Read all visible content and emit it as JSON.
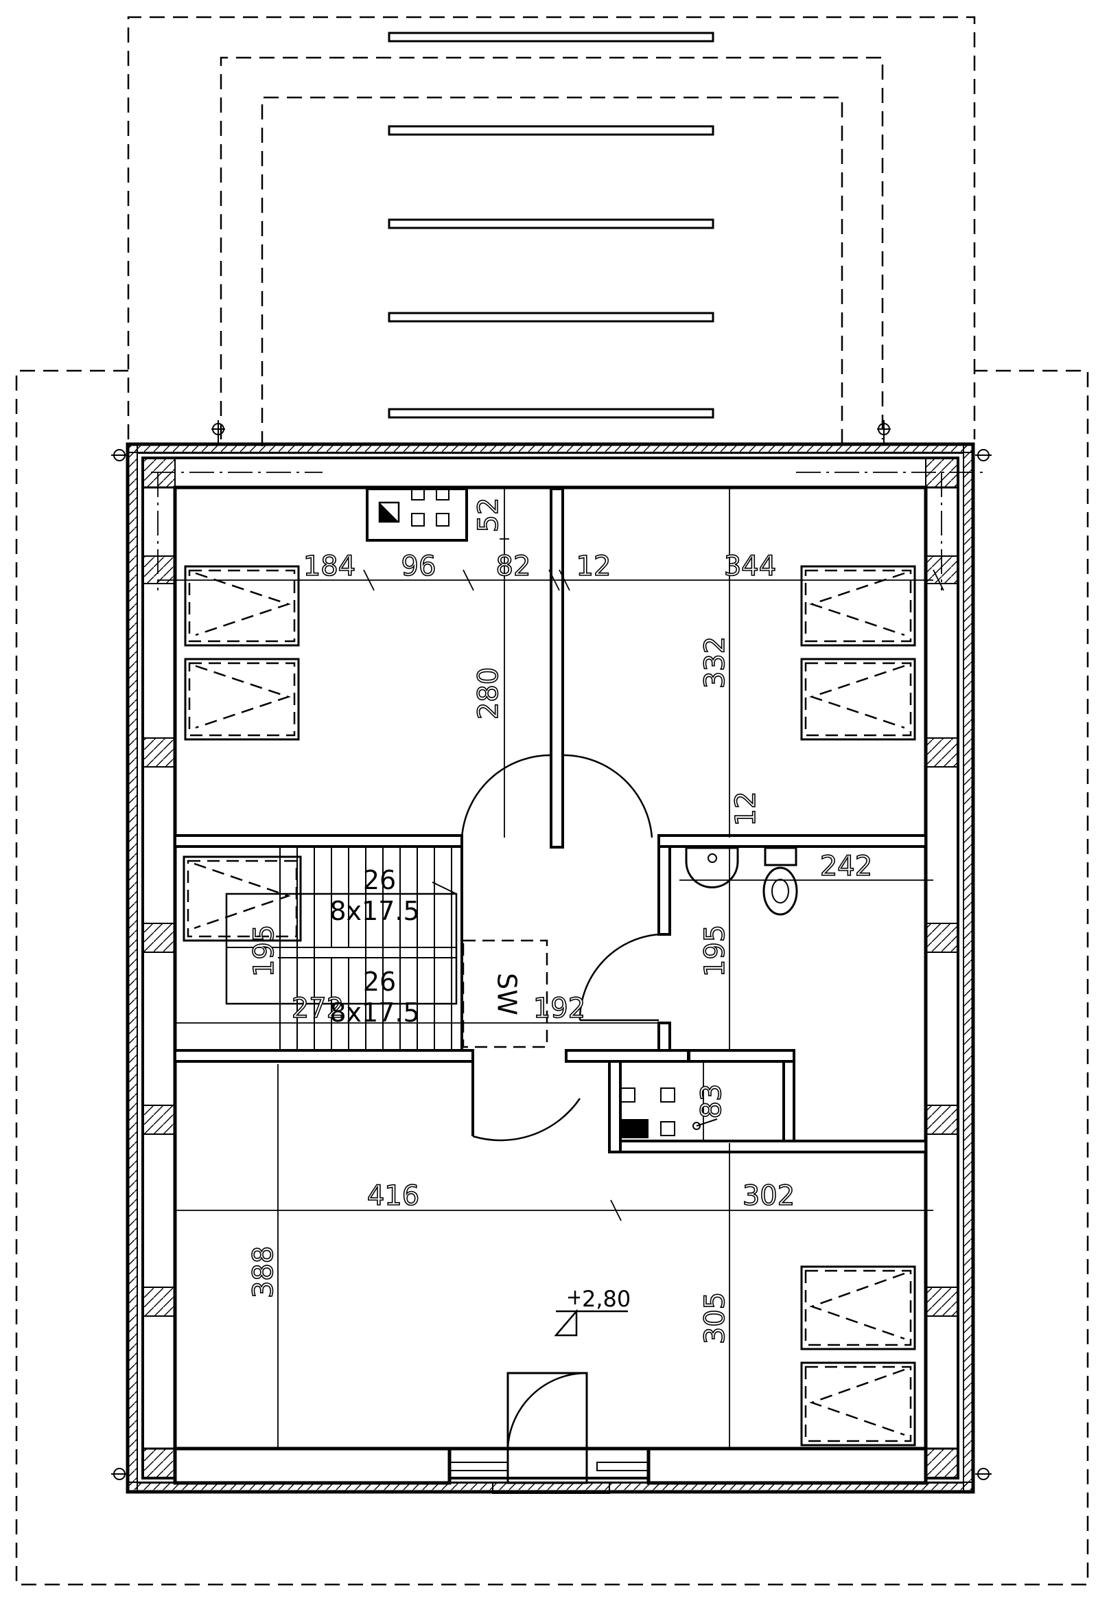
{
  "dimensions": {
    "kitchen_top_vertical": "52",
    "row1": [
      "184",
      "96",
      "82",
      "12",
      "344"
    ],
    "room_left_height": "280",
    "room_right_height": "332",
    "corridor_gap": "12",
    "bath_width": "242",
    "bath_height": "195",
    "stair_height": "195",
    "stair_width": "272",
    "hall_width": "192",
    "pantry_height": "83",
    "row2": [
      "416",
      "302"
    ],
    "living_height": "388",
    "right_height": "305"
  },
  "stairs": [
    {
      "steps": "26",
      "size": "8x17.5"
    },
    {
      "steps": "26",
      "size": "8x17.5"
    }
  ],
  "wardrobe_label": "SW",
  "level_mark": "2,80"
}
